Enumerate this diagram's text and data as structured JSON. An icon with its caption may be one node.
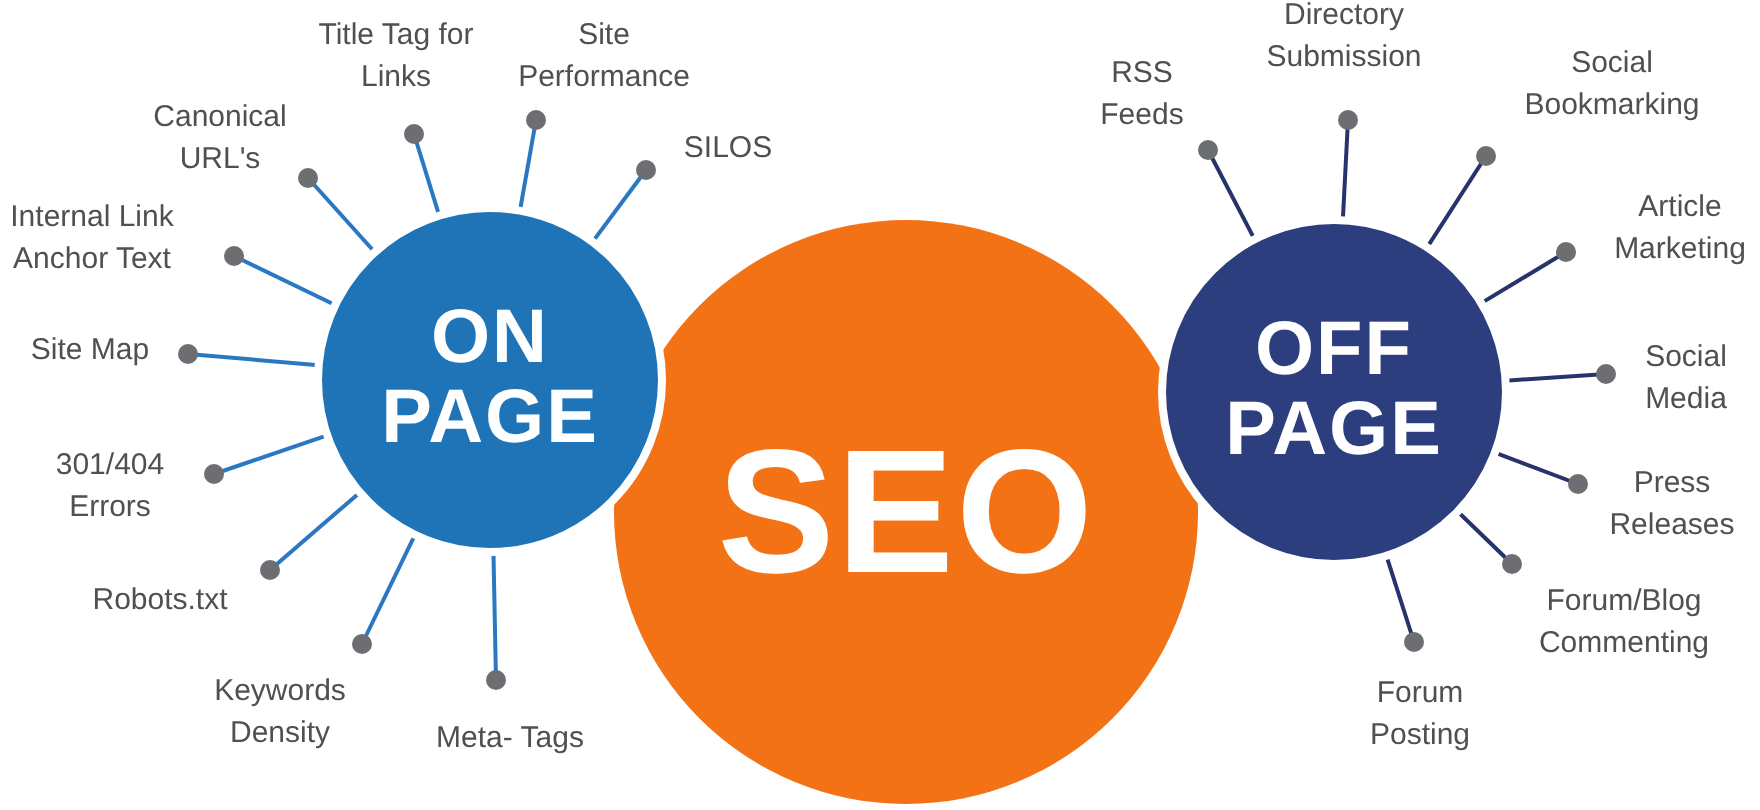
{
  "diagram": {
    "nodes": [
      {
        "text": [
          "ON PAGE"
        ]
      },
      {
        "text": [
          "SEO"
        ]
      },
      {
        "text": [
          "OFF PAGE"
        ]
      },
      {
        "text": [
          "Title Tag for Links"
        ]
      },
      {
        "text": [
          "Site Performance"
        ]
      },
      {
        "text": [
          "Canonical URL's"
        ]
      },
      {
        "text": [
          "SILOS"
        ]
      },
      {
        "text": [
          "Internal Link Anchor Text"
        ]
      },
      {
        "text": [
          "Site Map"
        ]
      },
      {
        "text": [
          "301/404 Errors"
        ]
      },
      {
        "text": [
          "Robots.txt"
        ]
      },
      {
        "text": [
          "Keywords Density"
        ]
      },
      {
        "text": [
          "Meta- Tags"
        ]
      },
      {
        "text": [
          "RSS Feeds"
        ]
      },
      {
        "text": [
          "Directory Submission"
        ]
      },
      {
        "text": [
          "Social Bookmarking"
        ]
      },
      {
        "text": [
          "Article Marketing"
        ]
      },
      {
        "text": [
          "Social Media"
        ]
      },
      {
        "text": [
          "Press Releases"
        ]
      },
      {
        "text": [
          "Forum/Blog Commenting"
        ]
      },
      {
        "text": [
          "Forum Posting"
        ]
      }
    ],
    "edges": [
      {
        "from": 0,
        "to": 3,
        "arrow": "other"
      },
      {
        "from": 0,
        "to": 4,
        "arrow": "other"
      },
      {
        "from": 0,
        "to": 5,
        "arrow": "other"
      },
      {
        "from": 0,
        "to": 6,
        "arrow": "other"
      },
      {
        "from": 0,
        "to": 7,
        "arrow": "other"
      },
      {
        "from": 0,
        "to": 8,
        "arrow": "other"
      },
      {
        "from": 0,
        "to": 9,
        "arrow": "other"
      },
      {
        "from": 0,
        "to": 10,
        "arrow": "other"
      },
      {
        "from": 0,
        "to": 11,
        "arrow": "other"
      },
      {
        "from": 0,
        "to": 12,
        "arrow": "other"
      },
      {
        "from": 2,
        "to": 13,
        "arrow": "other",
        "color": "#27336b"
      },
      {
        "from": 2,
        "to": 14,
        "arrow": "other",
        "color": "#27336b"
      },
      {
        "from": 2,
        "to": 15,
        "arrow": "other",
        "color": "#27336b"
      },
      {
        "from": 2,
        "to": 16,
        "arrow": "other",
        "color": "#27336b"
      },
      {
        "from": 2,
        "to": 17,
        "arrow": "other",
        "color": "#27336b"
      },
      {
        "from": 2,
        "to": 18,
        "arrow": "other",
        "color": "#27336b"
      },
      {
        "from": 2,
        "to": 19,
        "arrow": "other",
        "color": "#27336b"
      },
      {
        "from": 2,
        "to": 20,
        "arrow": "other",
        "color": "#27336b"
      }
    ]
  }
}
